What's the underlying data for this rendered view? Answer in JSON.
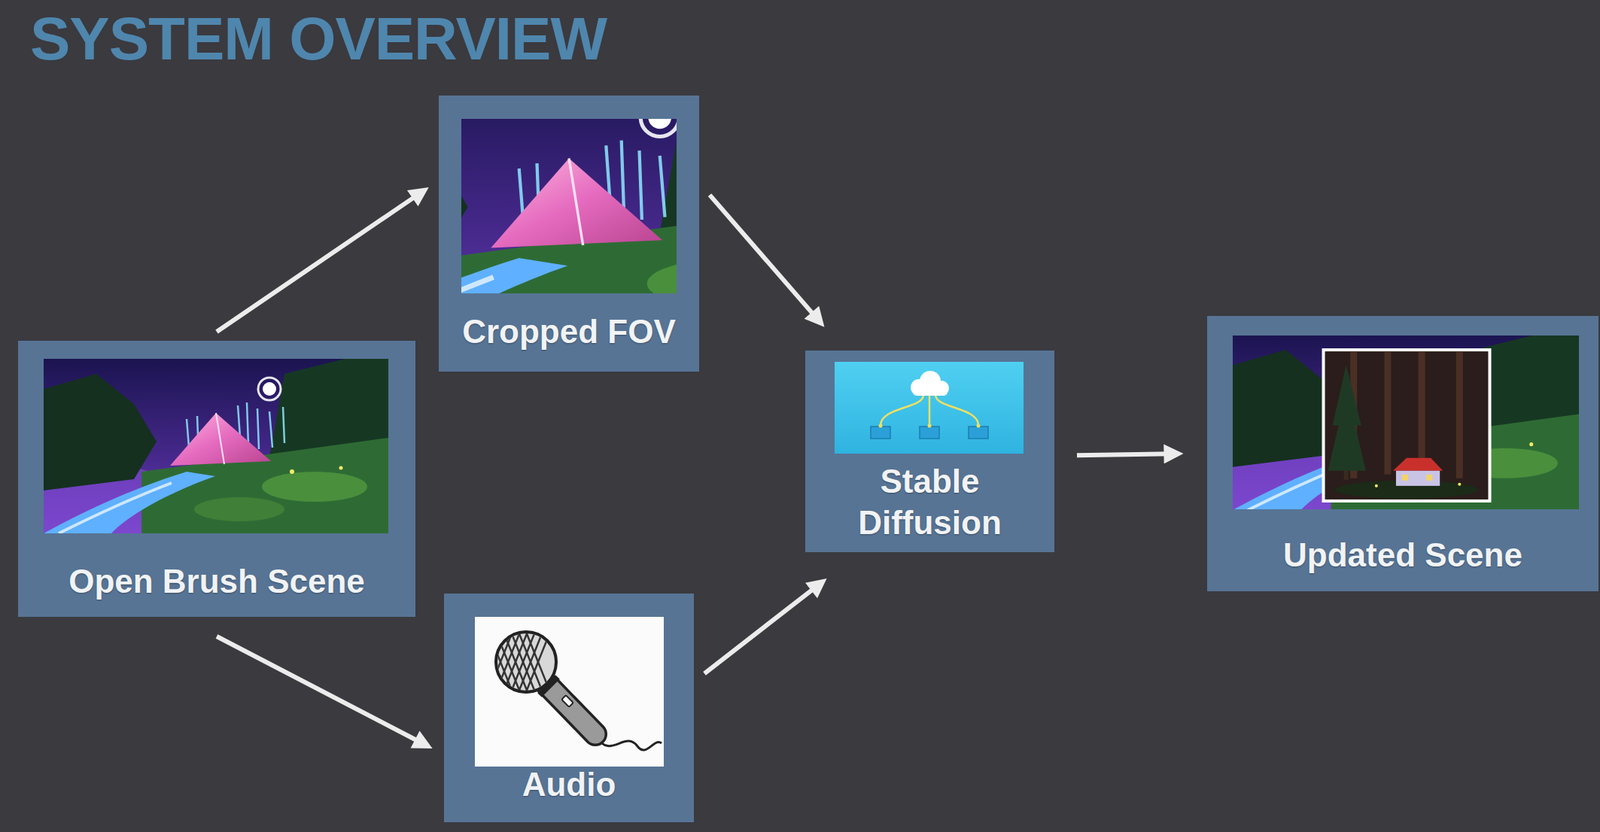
{
  "diagram": {
    "title": "SYSTEM OVERVIEW",
    "nodes": [
      {
        "text": [
          "Open Brush Scene"
        ]
      },
      {
        "text": [
          "Cropped FOV"
        ]
      },
      {
        "text": [
          "Audio"
        ]
      },
      {
        "text": [
          "Stable Diffusion"
        ]
      },
      {
        "text": [
          "Updated Scene"
        ]
      }
    ],
    "edges": [
      {
        "from": 0,
        "to": 1,
        "arrow": "to"
      },
      {
        "from": 0,
        "to": 2,
        "arrow": "to"
      },
      {
        "from": 1,
        "to": 3,
        "arrow": "to"
      },
      {
        "from": 2,
        "to": 3,
        "arrow": "to"
      },
      {
        "from": 3,
        "to": 4,
        "arrow": "to"
      }
    ]
  }
}
